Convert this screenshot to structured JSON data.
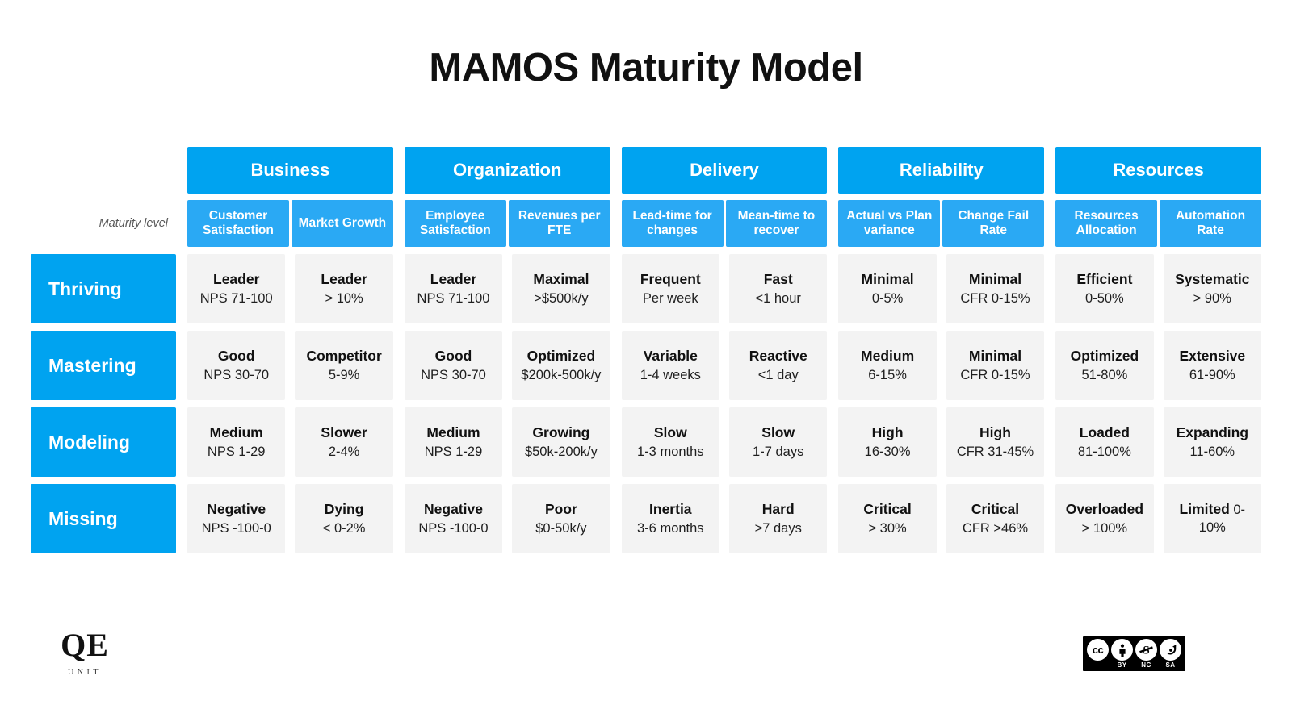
{
  "title": "MAMOS Maturity Model",
  "maturity_caption": "Maturity level",
  "groups": [
    {
      "name": "Business",
      "metrics": [
        "Customer Satisfaction",
        "Market Growth"
      ]
    },
    {
      "name": "Organization",
      "metrics": [
        "Employee Satisfaction",
        "Revenues per FTE"
      ]
    },
    {
      "name": "Delivery",
      "metrics": [
        "Lead-time for changes",
        "Mean-time to recover"
      ]
    },
    {
      "name": "Reliability",
      "metrics": [
        "Actual vs Plan variance",
        "Change Fail Rate"
      ]
    },
    {
      "name": "Resources",
      "metrics": [
        "Resources Allocation",
        "Automation Rate"
      ]
    }
  ],
  "levels": [
    {
      "name": "Thriving",
      "cells": [
        {
          "title": "Leader",
          "sub": "NPS 71-100"
        },
        {
          "title": "Leader",
          "sub": "> 10%"
        },
        {
          "title": "Leader",
          "sub": "NPS 71-100"
        },
        {
          "title": "Maximal",
          "sub": ">$500k/y"
        },
        {
          "title": "Frequent",
          "sub": "Per week"
        },
        {
          "title": "Fast",
          "sub": "<1 hour"
        },
        {
          "title": "Minimal",
          "sub": "0-5%"
        },
        {
          "title": "Minimal",
          "sub": "CFR 0-15%"
        },
        {
          "title": "Efficient",
          "sub": "0-50%"
        },
        {
          "title": "Systematic",
          "sub": "> 90%"
        }
      ]
    },
    {
      "name": "Mastering",
      "cells": [
        {
          "title": "Good",
          "sub": "NPS 30-70"
        },
        {
          "title": "Competitor",
          "sub": "5-9%"
        },
        {
          "title": "Good",
          "sub": "NPS 30-70"
        },
        {
          "title": "Optimized",
          "sub": "$200k-500k/y"
        },
        {
          "title": "Variable",
          "sub": "1-4 weeks"
        },
        {
          "title": "Reactive",
          "sub": "<1 day"
        },
        {
          "title": "Medium",
          "sub": "6-15%"
        },
        {
          "title": "Minimal",
          "sub": "CFR 0-15%"
        },
        {
          "title": "Optimized",
          "sub": "51-80%"
        },
        {
          "title": "Extensive",
          "sub": "61-90%"
        }
      ]
    },
    {
      "name": "Modeling",
      "cells": [
        {
          "title": "Medium",
          "sub": "NPS 1-29"
        },
        {
          "title": "Slower",
          "sub": "2-4%"
        },
        {
          "title": "Medium",
          "sub": "NPS 1-29"
        },
        {
          "title": "Growing",
          "sub": "$50k-200k/y"
        },
        {
          "title": "Slow",
          "sub": "1-3 months"
        },
        {
          "title": "Slow",
          "sub": "1-7 days"
        },
        {
          "title": "High",
          "sub": "16-30%"
        },
        {
          "title": "High",
          "sub": "CFR 31-45%"
        },
        {
          "title": "Loaded",
          "sub": "81-100%"
        },
        {
          "title": "Expanding",
          "sub": "11-60%"
        }
      ]
    },
    {
      "name": "Missing",
      "cells": [
        {
          "title": "Negative",
          "sub": "NPS -100-0"
        },
        {
          "title": "Dying",
          "sub": "< 0-2%"
        },
        {
          "title": "Negative",
          "sub": "NPS -100-0"
        },
        {
          "title": "Poor",
          "sub": "$0-50k/y"
        },
        {
          "title": "Inertia",
          "sub": "3-6 months"
        },
        {
          "title": "Hard",
          "sub": ">7 days"
        },
        {
          "title": "Critical",
          "sub": "> 30%"
        },
        {
          "title": "Critical",
          "sub": "CFR >46%"
        },
        {
          "title": "Overloaded",
          "sub": "> 100%"
        },
        {
          "title": "Limited",
          "sub": " 0-10%",
          "inline": true
        }
      ]
    }
  ],
  "footer": {
    "logo_mark": "QE",
    "logo_sub": "UNIT",
    "cc_text": "cc",
    "cc_terms": [
      "BY",
      "NC",
      "SA"
    ]
  },
  "colors": {
    "group_header": "#00a3f0",
    "metric_header": "#2aa9f4",
    "level_label": "#00a3f0",
    "cell_background": "#f3f3f3",
    "page_background": "#ffffff"
  }
}
